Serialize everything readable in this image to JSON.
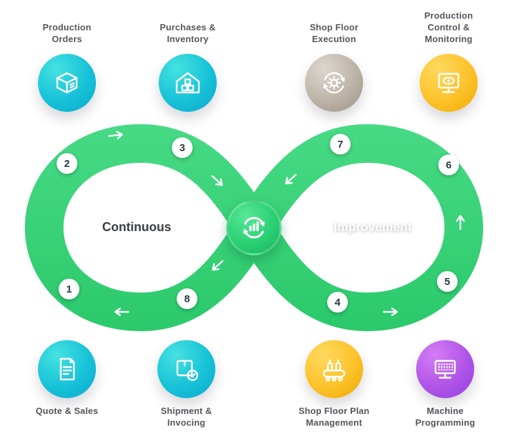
{
  "loop": {
    "left_label": "Continuous",
    "right_label": "Improvement",
    "hub_icon": "sync-chart-icon"
  },
  "steps": [
    "1",
    "2",
    "3",
    "4",
    "5",
    "6",
    "7",
    "8"
  ],
  "nodes": [
    {
      "id": "production-orders",
      "label": "Production\nOrders",
      "icon": "package-icon",
      "color": "cyan"
    },
    {
      "id": "purchases-inventory",
      "label": "Purchases &\nInventory",
      "icon": "warehouse-icon",
      "color": "cyan"
    },
    {
      "id": "shop-floor-execution",
      "label": "Shop Floor\nExecution",
      "icon": "gears-sync-icon",
      "color": "gray"
    },
    {
      "id": "production-control",
      "label": "Production\nControl &\nMonitoring",
      "icon": "monitor-eye-icon",
      "color": "yellow"
    },
    {
      "id": "quote-sales",
      "label": "Quote & Sales",
      "icon": "document-icon",
      "color": "cyan"
    },
    {
      "id": "shipment-invoicing",
      "label": "Shipment &\nInvocing",
      "icon": "box-check-icon",
      "color": "cyan"
    },
    {
      "id": "shop-floor-plan",
      "label": "Shop Floor Plan\nManagement",
      "icon": "machine-icon",
      "color": "yellow"
    },
    {
      "id": "machine-programming",
      "label": "Machine\nProgramming",
      "icon": "keyboard-monitor-icon",
      "color": "purple"
    }
  ],
  "colors": {
    "ribbon_green_top": "#47DA85",
    "ribbon_green_bottom": "#2BC96B",
    "hub_green": "#2BD074",
    "cyan_top": "#45E2E0",
    "cyan_bottom": "#0AA9CC",
    "gray_top": "#DDD7D0",
    "gray_bottom": "#9C9184",
    "yellow_top": "#FFD95E",
    "yellow_bottom": "#F0A900",
    "purple_top": "#D47DF5",
    "purple_bottom": "#9440DD",
    "number_text": "#2B3744",
    "label_text": "#55575C"
  }
}
